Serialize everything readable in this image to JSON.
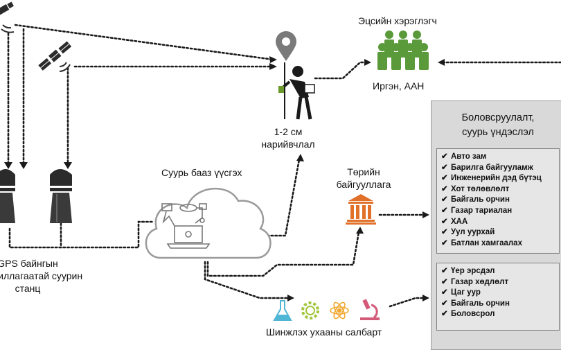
{
  "labels": {
    "end_users": "Эцсийн хэрэглэгч",
    "citizens": "Иргэн, ААН",
    "accuracy_line1": "1-2 см",
    "accuracy_line2": "нарийвчлал",
    "base_build": "Суурь бааз үүсгэх",
    "gov_line1": "Төрийн",
    "gov_line2": "байгууллага",
    "gps_line1": "GPS байнгын",
    "gps_line2": "ажиллагаатай суурин",
    "gps_line3": "станц",
    "science": "Шинжлэх ухааны салбарт"
  },
  "panel": {
    "title_line1": "Боловсруулалт,",
    "title_line2": "суурь үндэслэл",
    "group1": [
      "Авто зам",
      "Барилга байгууламж",
      "Инженерийн дэд бүтэц",
      "Хот төлөвлөлт",
      "Байгаль орчин",
      "Газар тариалан",
      "ХАА",
      "Уул уурхай",
      "Батлан хамгаалах"
    ],
    "group2": [
      "Үер эрсдэл",
      "Газар хөдлөлт",
      "Цаг уур",
      "Байгаль орчин",
      "Боловсрол"
    ],
    "check_glyph": "✔"
  },
  "colors": {
    "people_green": "#5a9a3a",
    "bank_orange": "#e0702a",
    "pin_gray": "#7a7a7a",
    "panel_bg": "#d9d9d9",
    "dark": "#1a1a1a"
  },
  "icons": [
    "satellite-icon",
    "map-pin-icon",
    "surveyor-icon",
    "user-group-icon",
    "gps-station-icon",
    "cloud-icon",
    "laptop-icon",
    "bank-icon",
    "flask-icon",
    "gear-icon",
    "atom-icon",
    "microscope-icon"
  ]
}
